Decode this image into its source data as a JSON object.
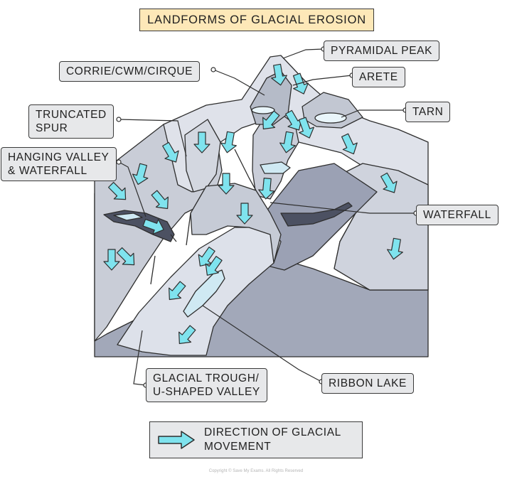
{
  "title": "LANDFORMS OF GLACIAL EROSION",
  "labels": {
    "pyramidal_peak": "PYRAMIDAL PEAK",
    "corrie": "CORRIE/CWM/CIRQUE",
    "arete": "ARETE",
    "truncated_spur": "TRUNCATED\nSPUR",
    "tarn": "TARN",
    "hanging_valley": "HANGING VALLEY\n& WATERFALL",
    "waterfall": "WATERFALL",
    "glacial_trough": "GLACIAL TROUGH/\nU-SHAPED VALLEY",
    "ribbon_lake": "RIBBON LAKE"
  },
  "legend": {
    "text": "DIRECTION OF GLACIAL\nMOVEMENT",
    "icon": "arrow-right-icon"
  },
  "copyright": "Copyright © Save My Exams. All Rights Reserved",
  "colors": {
    "arrow_fill": "#7fe3ee",
    "outline": "#2e2e2e",
    "label_bg": "#e7e8ea",
    "title_bg": "#fde8b8",
    "snow": "#dde1e9",
    "rock_mid": "#b9bfcc",
    "rock_dark": "#9aa1b3",
    "lake": "#cfe9f3"
  }
}
